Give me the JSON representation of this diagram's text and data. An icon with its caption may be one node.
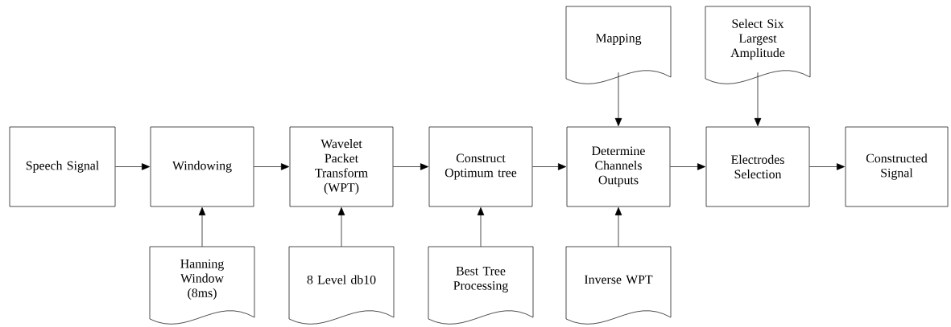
{
  "diagram": {
    "nodes": [
      {
        "text": [
          "Mapping"
        ]
      },
      {
        "text": [
          "Select Six Largest Amplitude"
        ]
      },
      {
        "text": [
          "Speech Signal"
        ]
      },
      {
        "text": [
          "Windowing"
        ]
      },
      {
        "text": [
          "Wavelet Packet Transform (WPT)"
        ]
      },
      {
        "text": [
          "Construct Optimum tree"
        ]
      },
      {
        "text": [
          "Determine Channels Outputs"
        ]
      },
      {
        "text": [
          "Electrodes Selection"
        ]
      },
      {
        "text": [
          "Constructed Signal"
        ]
      },
      {
        "text": [
          "Hanning Window (8ms)"
        ]
      },
      {
        "text": [
          "8 Level db10"
        ]
      },
      {
        "text": [
          "Best Tree Processing"
        ]
      },
      {
        "text": [
          "Inverse WPT"
        ]
      }
    ],
    "edges": [
      {
        "from": 2,
        "to": 3,
        "arrow": "to"
      },
      {
        "from": 3,
        "to": 4,
        "arrow": "to"
      },
      {
        "from": 4,
        "to": 5,
        "arrow": "to"
      },
      {
        "from": 5,
        "to": 6,
        "arrow": "to"
      },
      {
        "from": 6,
        "to": 7,
        "arrow": "to"
      },
      {
        "from": 7,
        "to": 8,
        "arrow": "to"
      },
      {
        "from": 9,
        "to": 3,
        "arrow": "to"
      },
      {
        "from": 10,
        "to": 4,
        "arrow": "to"
      },
      {
        "from": 11,
        "to": 5,
        "arrow": "to"
      },
      {
        "from": 12,
        "to": 6,
        "arrow": "to"
      },
      {
        "from": 0,
        "to": 6,
        "arrow": "to"
      },
      {
        "from": 1,
        "to": 7,
        "arrow": "to"
      }
    ]
  }
}
